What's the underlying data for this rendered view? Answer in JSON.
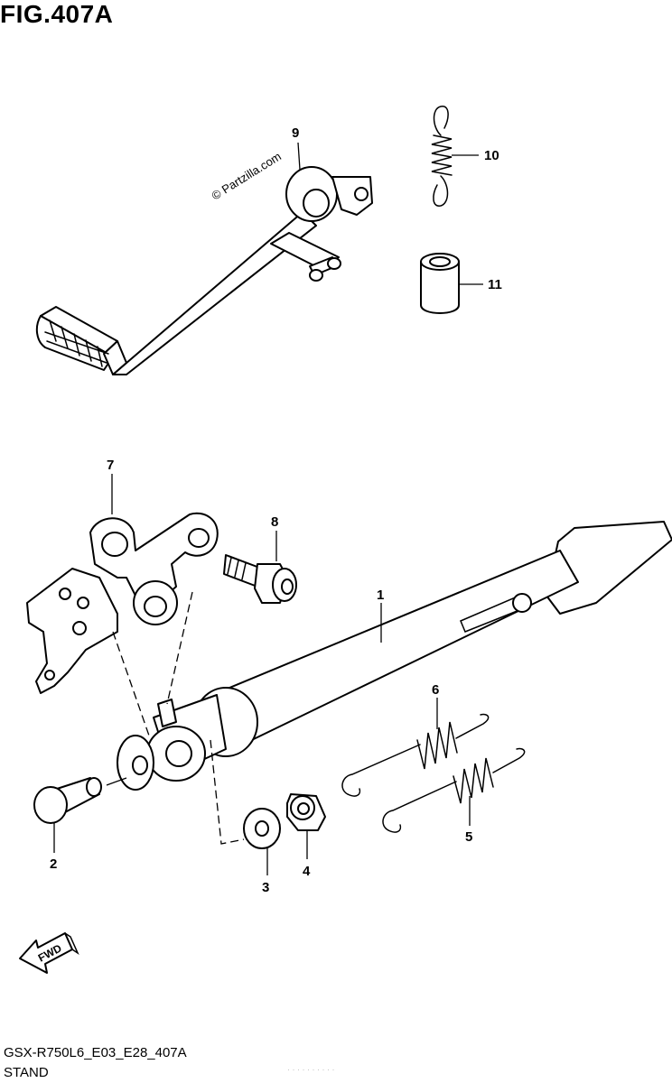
{
  "figure": {
    "title": "FIG.407A",
    "code": "GSX-R750L6_E03_E28_407A",
    "subtitle": "STAND",
    "watermark": "© Partzilla.com",
    "faint_text": "· · · · · · · · · ·",
    "fwd_label": "FWD"
  },
  "callouts": [
    {
      "id": "1",
      "label": "1"
    },
    {
      "id": "2",
      "label": "2"
    },
    {
      "id": "3",
      "label": "3"
    },
    {
      "id": "4",
      "label": "4"
    },
    {
      "id": "5",
      "label": "5"
    },
    {
      "id": "6",
      "label": "6"
    },
    {
      "id": "7",
      "label": "7"
    },
    {
      "id": "8",
      "label": "8"
    },
    {
      "id": "9",
      "label": "9"
    },
    {
      "id": "10",
      "label": "10"
    },
    {
      "id": "11",
      "label": "11"
    }
  ]
}
